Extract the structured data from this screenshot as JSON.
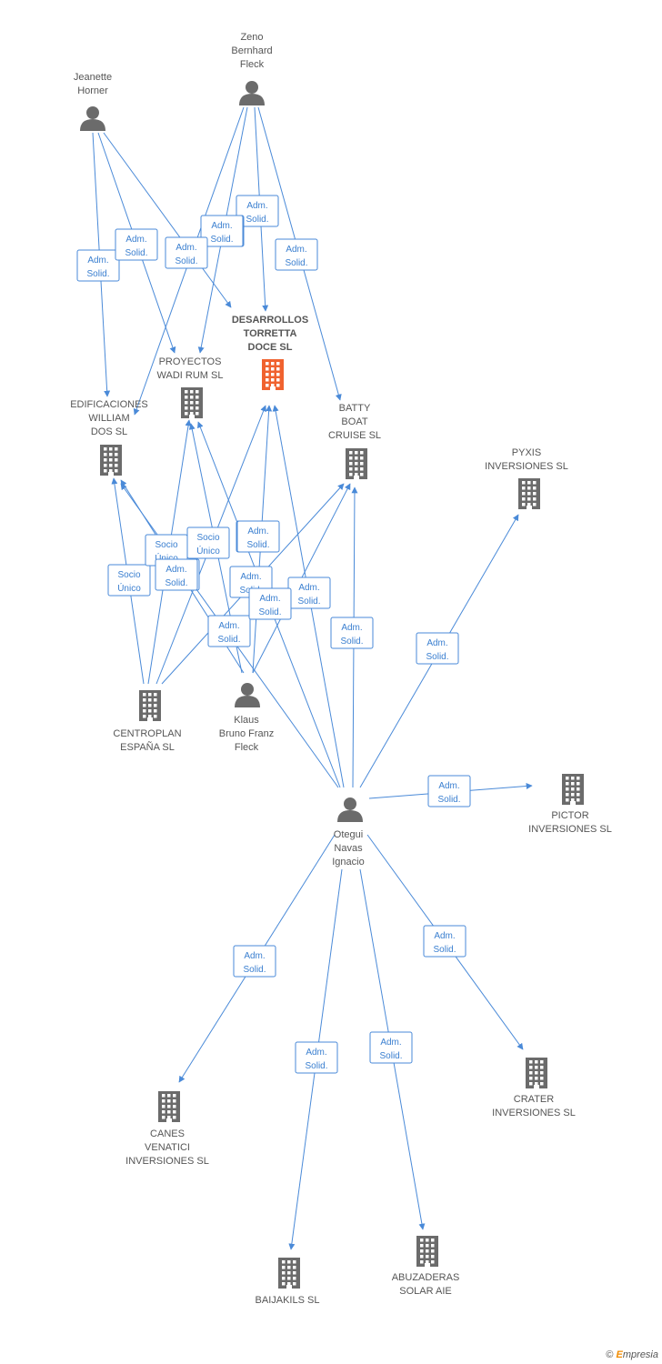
{
  "colors": {
    "edge": "#4a8ad8",
    "person": "#6b6b6b",
    "company": "#6b6b6b",
    "main_company": "#f0622f"
  },
  "nodes": [
    {
      "id": "zeno",
      "type": "person",
      "label": [
        "Zeno",
        "Bernhard",
        "Fleck"
      ]
    },
    {
      "id": "jeanette",
      "type": "person",
      "label": [
        "Jeanette",
        "Horner"
      ]
    },
    {
      "id": "desarrollos",
      "type": "company",
      "main": true,
      "label": [
        "DESARROLLOS",
        "TORRETTA",
        "DOCE SL"
      ]
    },
    {
      "id": "proyectos",
      "type": "company",
      "label": [
        "PROYECTOS",
        "WADI RUM SL"
      ]
    },
    {
      "id": "edificaciones",
      "type": "company",
      "label": [
        "EDIFICACIONES",
        "WILLIAM",
        "DOS SL"
      ]
    },
    {
      "id": "batty",
      "type": "company",
      "label": [
        "BATTY",
        "BOAT",
        "CRUISE SL"
      ]
    },
    {
      "id": "pyxis",
      "type": "company",
      "label": [
        "PYXIS",
        "INVERSIONES SL"
      ]
    },
    {
      "id": "centroplan",
      "type": "company",
      "label": [
        "CENTROPLAN",
        "ESPAÑA SL"
      ]
    },
    {
      "id": "klaus",
      "type": "person",
      "label": [
        "Klaus",
        "Bruno Franz",
        "Fleck"
      ]
    },
    {
      "id": "otegui",
      "type": "person",
      "label": [
        "Otegui",
        "Navas",
        "Ignacio"
      ]
    },
    {
      "id": "pictor",
      "type": "company",
      "label": [
        "PICTOR",
        "INVERSIONES SL"
      ]
    },
    {
      "id": "crater",
      "type": "company",
      "label": [
        "CRATER",
        "INVERSIONES SL"
      ]
    },
    {
      "id": "canes",
      "type": "company",
      "label": [
        "CANES",
        "VENATICI",
        "INVERSIONES SL"
      ]
    },
    {
      "id": "baijakils",
      "type": "company",
      "label": [
        "BAIJAKILS SL"
      ]
    },
    {
      "id": "abuzaderas",
      "type": "company",
      "label": [
        "ABUZADERAS",
        "SOLAR AIE"
      ]
    }
  ],
  "edges": [
    {
      "from": "zeno",
      "to": "desarrollos",
      "label": [
        "Adm.",
        "Solid."
      ]
    },
    {
      "from": "zeno",
      "to": "proyectos",
      "label": [
        "Adm.",
        "Solid."
      ]
    },
    {
      "from": "zeno",
      "to": "edificaciones",
      "label": [
        "Adm.",
        "Solid."
      ]
    },
    {
      "from": "zeno",
      "to": "batty",
      "label": [
        "Adm.",
        "Solid."
      ]
    },
    {
      "from": "jeanette",
      "to": "edificaciones",
      "label": [
        "Adm.",
        "Solid."
      ]
    },
    {
      "from": "jeanette",
      "to": "proyectos",
      "label": [
        "Adm.",
        "Solid."
      ]
    },
    {
      "from": "jeanette",
      "to": "desarrollos",
      "label": [
        "Adm.",
        "Solid."
      ]
    },
    {
      "from": "centroplan",
      "to": "edificaciones",
      "label": [
        "Socio",
        "Único"
      ]
    },
    {
      "from": "centroplan",
      "to": "proyectos",
      "label": [
        "Socio",
        "Único"
      ]
    },
    {
      "from": "centroplan",
      "to": "desarrollos",
      "label": [
        "Socio",
        "Único"
      ]
    },
    {
      "from": "centroplan",
      "to": "batty",
      "label": [
        "Socio",
        "Único"
      ]
    },
    {
      "from": "klaus",
      "to": "edificaciones",
      "label": [
        "Adm.",
        "Solid."
      ]
    },
    {
      "from": "klaus",
      "to": "proyectos",
      "label": [
        "Adm.",
        "Solid."
      ]
    },
    {
      "from": "klaus",
      "to": "desarrollos",
      "label": [
        "Adm.",
        "Solid."
      ]
    },
    {
      "from": "klaus",
      "to": "batty",
      "label": [
        "Adm.",
        "Solid."
      ]
    },
    {
      "from": "otegui",
      "to": "edificaciones",
      "label": [
        "Adm.",
        "Solid."
      ]
    },
    {
      "from": "otegui",
      "to": "proyectos",
      "label": [
        "Adm.",
        "Solid."
      ]
    },
    {
      "from": "otegui",
      "to": "desarrollos",
      "label": [
        "Adm.",
        "Solid."
      ]
    },
    {
      "from": "otegui",
      "to": "batty",
      "label": [
        "Adm.",
        "Solid."
      ]
    },
    {
      "from": "otegui",
      "to": "pyxis",
      "label": [
        "Adm.",
        "Solid."
      ]
    },
    {
      "from": "otegui",
      "to": "pictor",
      "label": [
        "Adm.",
        "Solid."
      ]
    },
    {
      "from": "otegui",
      "to": "crater",
      "label": [
        "Adm.",
        "Solid."
      ]
    },
    {
      "from": "otegui",
      "to": "canes",
      "label": [
        "Adm.",
        "Solid."
      ]
    },
    {
      "from": "otegui",
      "to": "baijakils",
      "label": [
        "Adm.",
        "Solid."
      ]
    },
    {
      "from": "otegui",
      "to": "abuzaderas",
      "label": [
        "Adm.",
        "Solid."
      ]
    }
  ],
  "footer": {
    "copyright": "©",
    "brand_first": "E",
    "brand_rest": "mpresia"
  }
}
